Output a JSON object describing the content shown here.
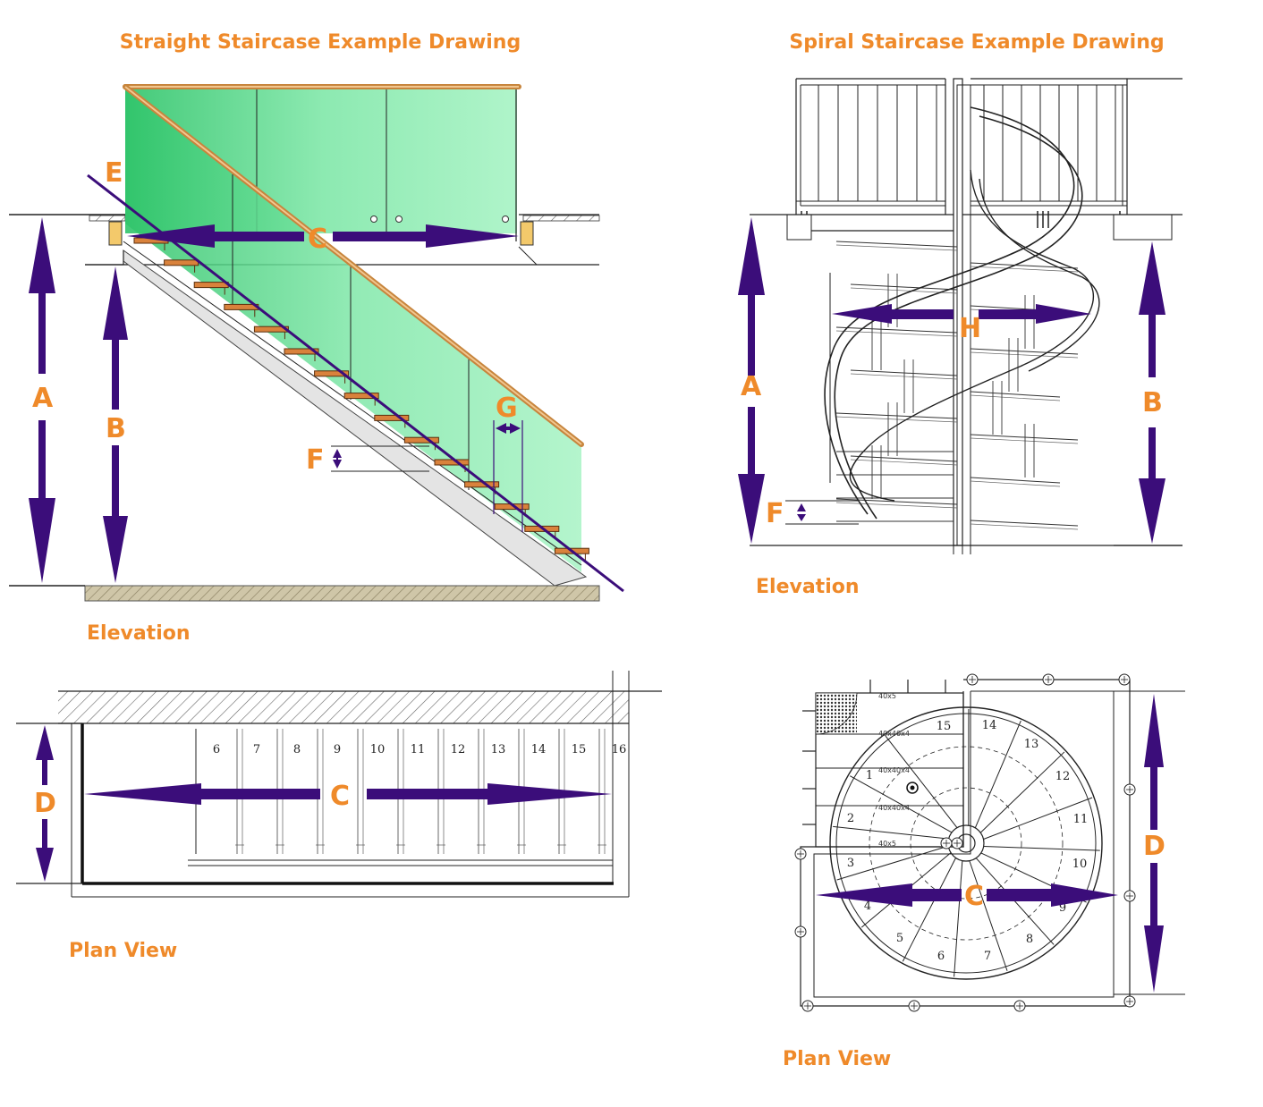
{
  "titles": {
    "straight": "Straight Staircase Example Drawing",
    "spiral": "Spiral Staircase Example Drawing"
  },
  "captions": {
    "straight_elevation": "Elevation",
    "straight_plan": "Plan View",
    "spiral_elevation": "Elevation",
    "spiral_plan": "Plan View"
  },
  "labels": {
    "A": "A",
    "B": "B",
    "C": "C",
    "D": "D",
    "E": "E",
    "F": "F",
    "G": "G",
    "H": "H"
  },
  "straight_plan_steps": [
    "6",
    "7",
    "8",
    "9",
    "10",
    "11",
    "12",
    "13",
    "14",
    "15",
    "16"
  ],
  "spiral_plan_steps": [
    "1",
    "2",
    "3",
    "4",
    "5",
    "6",
    "7",
    "8",
    "9",
    "10",
    "11",
    "12",
    "13",
    "14",
    "15"
  ],
  "spiral_plan_notes": [
    "40x5",
    "40x40x4",
    "40x40x4",
    "40x40x4",
    "40x5"
  ],
  "colors": {
    "accent_label": "#ef8a2a",
    "dimension_arrow": "#3b0d7a",
    "glass": "#5fe39a",
    "handrail": "#d9a060",
    "tread": "#d9823c"
  }
}
